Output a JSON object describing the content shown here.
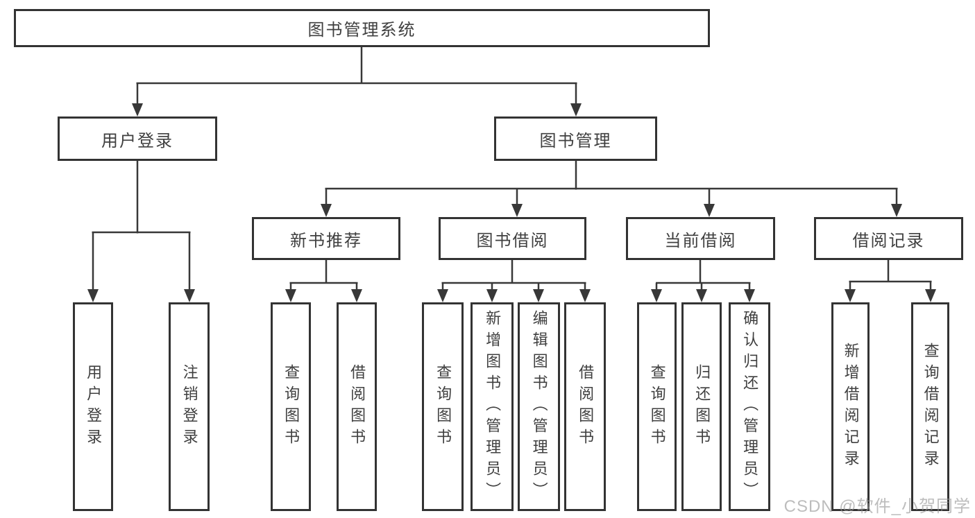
{
  "diagram": {
    "type": "hierarchy",
    "tree": {
      "root": {
        "label": "图书管理系统",
        "children": [
          {
            "label": "用户登录",
            "children": [
              {
                "label": "用户登录"
              },
              {
                "label": "注销登录"
              }
            ]
          },
          {
            "label": "图书管理",
            "children": [
              {
                "label": "新书推荐",
                "children": [
                  {
                    "label": "查询图书"
                  },
                  {
                    "label": "借阅图书"
                  }
                ]
              },
              {
                "label": "图书借阅",
                "children": [
                  {
                    "label": "查询图书"
                  },
                  {
                    "label": "新增图书（管理员）"
                  },
                  {
                    "label": "编辑图书（管理员）"
                  },
                  {
                    "label": "借阅图书"
                  }
                ]
              },
              {
                "label": "当前借阅",
                "children": [
                  {
                    "label": "查询图书"
                  },
                  {
                    "label": "归还图书"
                  },
                  {
                    "label": "确认归还（管理员）"
                  }
                ]
              },
              {
                "label": "借阅记录",
                "children": [
                  {
                    "label": "新增借阅记录"
                  },
                  {
                    "label": "查询借阅记录"
                  }
                ]
              }
            ]
          }
        ]
      }
    },
    "colors": {
      "box_border": "#333333",
      "connector_line": "#383838",
      "text": "#3f3f3f",
      "background": "#ffffff",
      "watermark_text": "#b9b9b9"
    }
  },
  "watermark": {
    "text": "CSDN @软件_小贺同学"
  }
}
